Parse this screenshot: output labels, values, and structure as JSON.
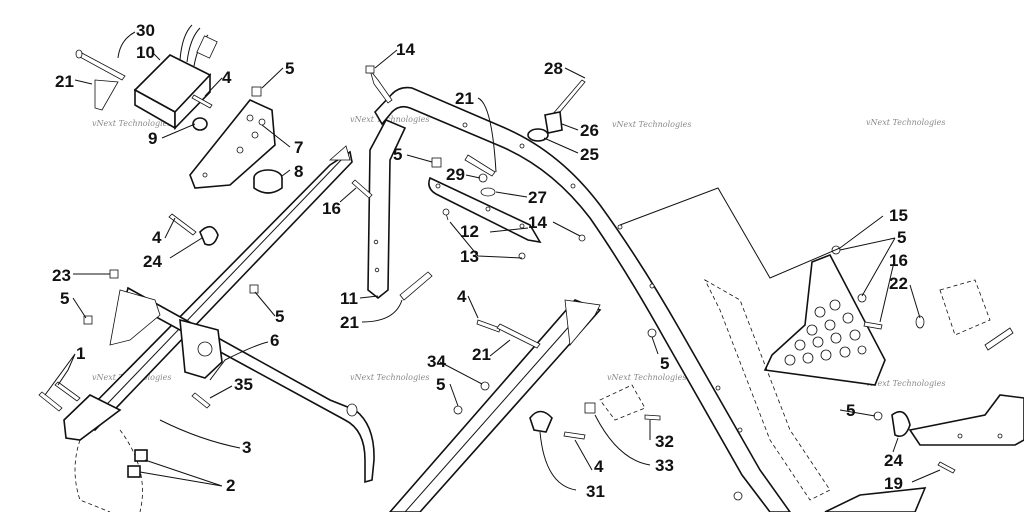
{
  "watermark": "vNext Technologies",
  "labels": [
    "30",
    "10",
    "21",
    "4",
    "5",
    "9",
    "7",
    "8",
    "16",
    "14",
    "5",
    "21",
    "29",
    "27",
    "12",
    "13",
    "14",
    "11",
    "21",
    "28",
    "26",
    "25",
    "15",
    "5",
    "16",
    "22",
    "4",
    "24",
    "23",
    "5",
    "5",
    "6",
    "1",
    "35",
    "3",
    "2",
    "4",
    "21",
    "34",
    "5",
    "5",
    "32",
    "33",
    "4",
    "31",
    "5",
    "24",
    "19"
  ]
}
